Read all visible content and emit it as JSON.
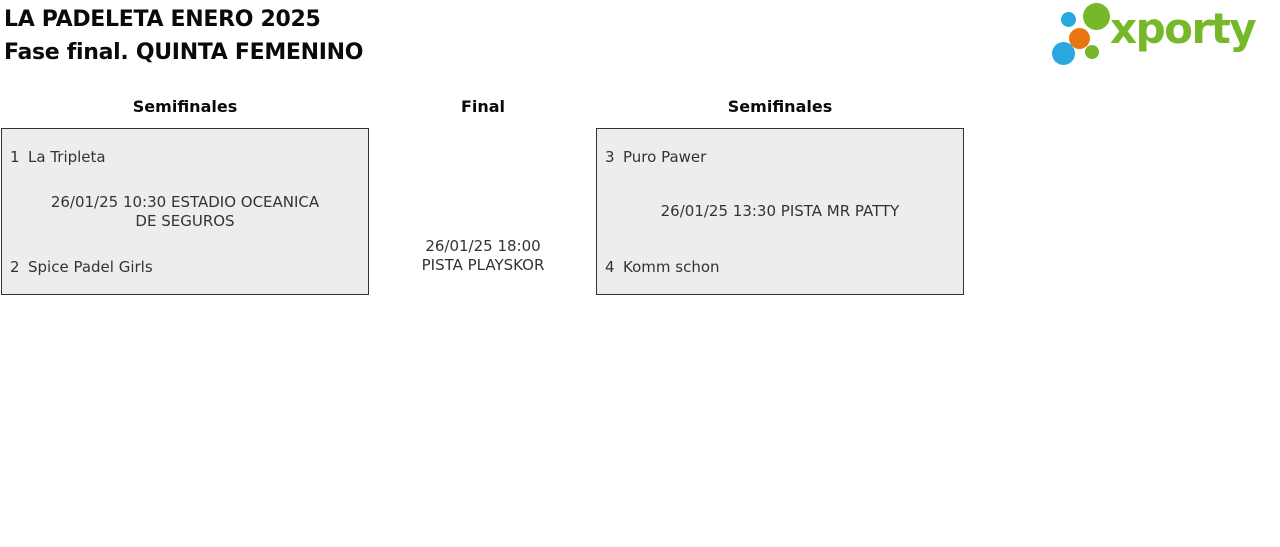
{
  "page": {
    "title_line1": "LA PADELETA ENERO 2025",
    "title_line2": "Fase final. QUINTA FEMENINO"
  },
  "logo": {
    "wordmark": "xporty",
    "colors": {
      "green": "#76b82a",
      "blue": "#29a8e0",
      "orange": "#e87511"
    }
  },
  "bracket": {
    "rounds": [
      {
        "label": "Semifinales"
      },
      {
        "label": "Final"
      },
      {
        "label": "Semifinales"
      }
    ],
    "matches": [
      {
        "round": "Semifinales",
        "team1": {
          "seed": "1",
          "name": "La Tripleta"
        },
        "team2": {
          "seed": "2",
          "name": "Spice Padel Girls"
        },
        "schedule": "26/01/25 10:30 ESTADIO OCEANICA DE SEGUROS"
      },
      {
        "round": "Semifinales",
        "team1": {
          "seed": "3",
          "name": "Puro Pawer"
        },
        "team2": {
          "seed": "4",
          "name": "Komm schon"
        },
        "schedule": "26/01/25 13:30 PISTA MR PATTY"
      }
    ],
    "final": {
      "schedule": "26/01/25 18:00 PISTA PLAYSKOR"
    }
  },
  "theme": {
    "box_background": "#ededed",
    "box_border": "#333333",
    "text_primary": "#0a0a0a",
    "text_secondary": "#333333"
  }
}
